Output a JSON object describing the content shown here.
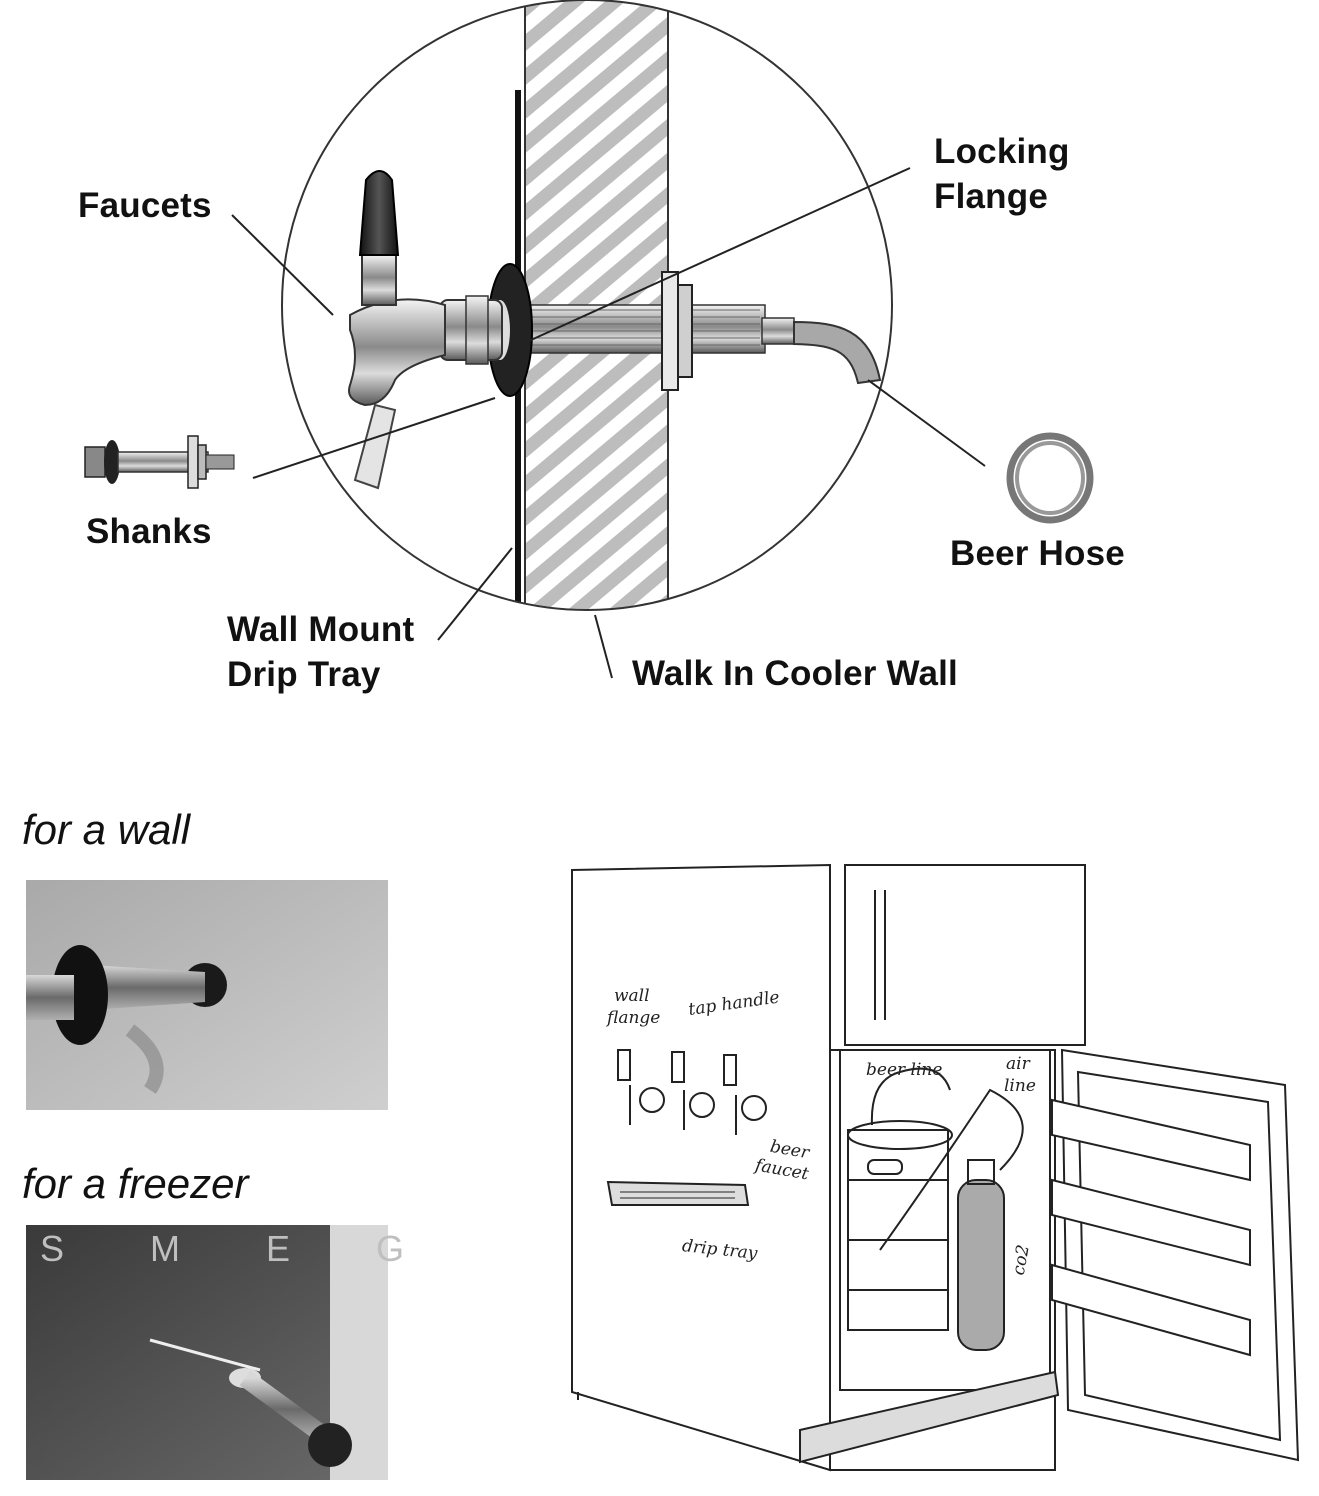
{
  "top_diagram": {
    "labels": {
      "faucets": "Faucets",
      "locking_flange_1": "Locking",
      "locking_flange_2": "Flange",
      "shanks": "Shanks",
      "beer_hose": "Beer Hose",
      "drip_tray_1": "Wall Mount",
      "drip_tray_2": "Drip Tray",
      "cooler_wall": "Walk In Cooler Wall"
    }
  },
  "photos": {
    "wall_caption": "for a wall",
    "freezer_caption": "for a freezer",
    "freezer_brand_letters": "S M E G"
  },
  "fridge_sketch": {
    "labels": {
      "wall_flange_1": "wall",
      "wall_flange_2": "flange",
      "tap_handle": "tap handle",
      "beer_faucet_1": "beer",
      "beer_faucet_2": "faucet",
      "drip_tray": "drip tray",
      "beer_line": "beer line",
      "air_line_1": "air",
      "air_line_2": "line",
      "co2": "co2"
    }
  }
}
